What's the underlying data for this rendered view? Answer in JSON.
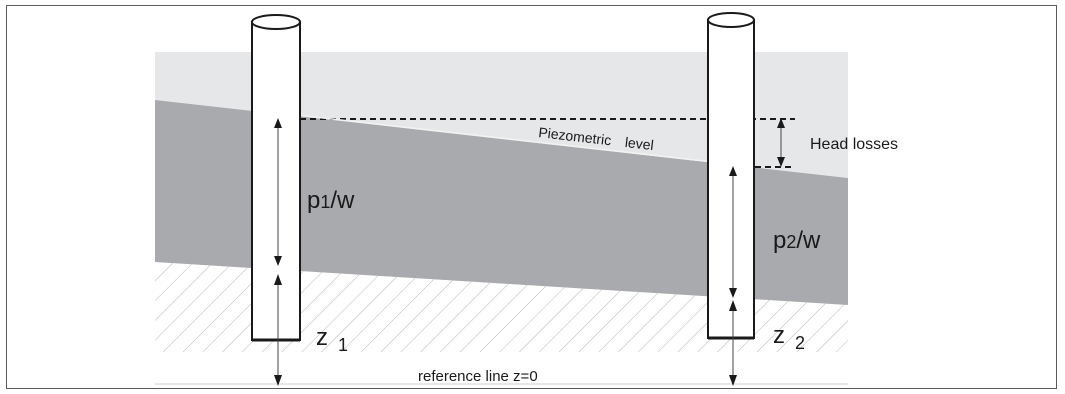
{
  "labels": {
    "piezometric_word1": "Piezometric",
    "piezometric_word2": "level",
    "head_losses": "Head losses",
    "p1_main": "p",
    "p1_sub": "1",
    "p1_tail": "/w",
    "p2_main": "p",
    "p2_sub": "2",
    "p2_tail": "/w",
    "z1_main": "z",
    "z1_sub": "1",
    "z2_main": "z",
    "z2_sub": "2",
    "reference_line": "reference line z=0"
  },
  "colors": {
    "soil_light": "#e6e7e9",
    "aquifer_dark": "#a9aaad",
    "hatch": "#b5b5b5",
    "stroke": "#1a1a1a"
  },
  "icons": [
    "arrowhead-up-icon",
    "arrowhead-down-icon",
    "hatch-pattern"
  ]
}
